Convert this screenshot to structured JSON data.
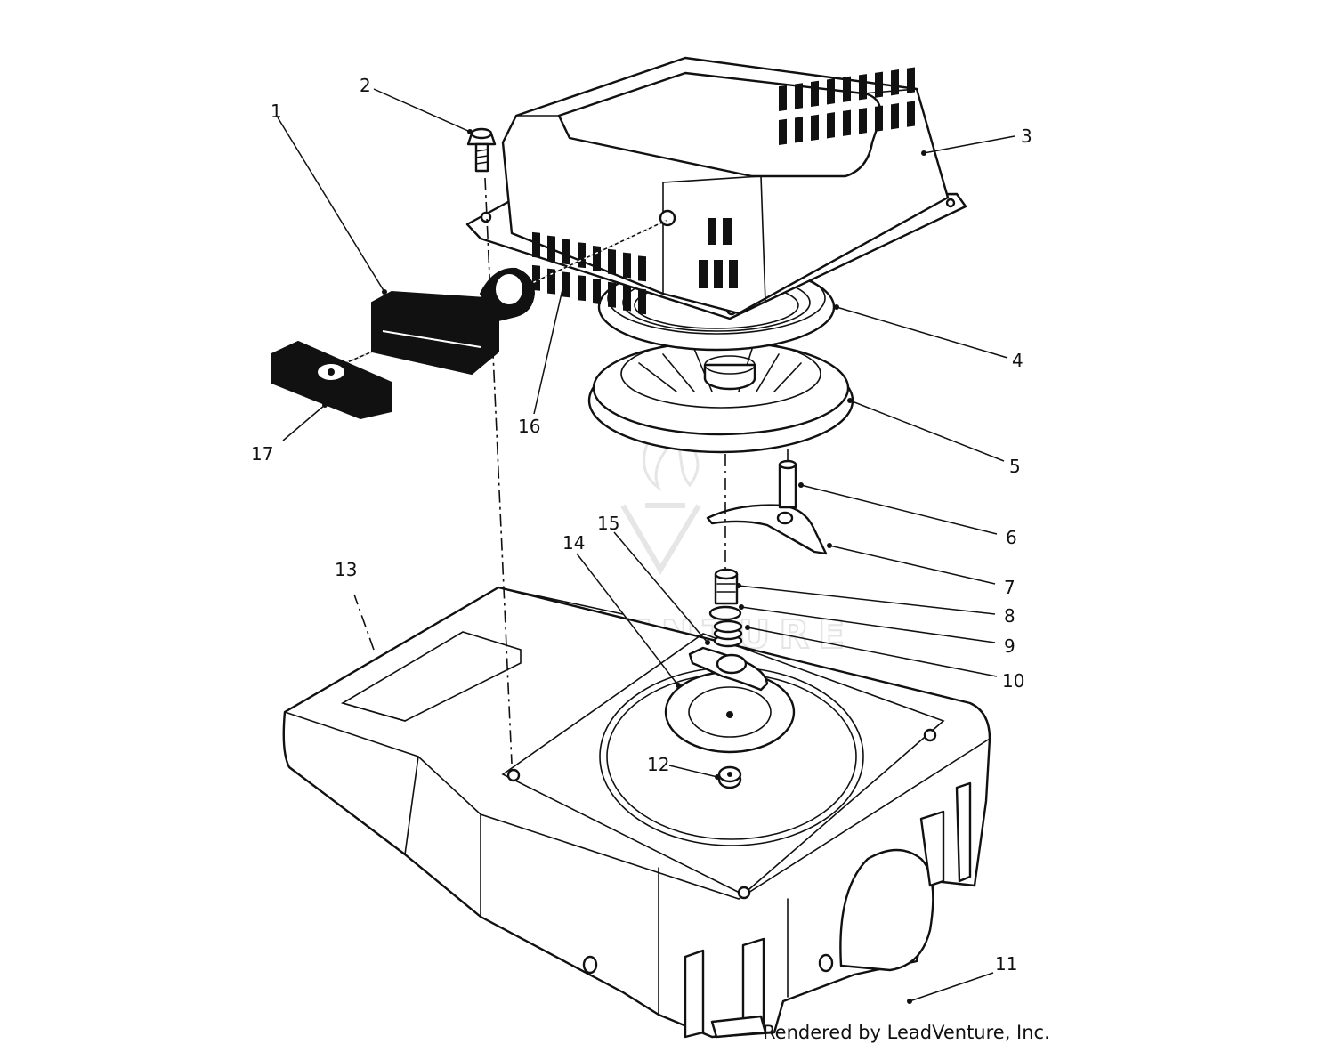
{
  "watermark": "LEADVENTURE",
  "credit": "Rendered by LeadVenture, Inc.",
  "callouts": [
    "1",
    "2",
    "3",
    "4",
    "5",
    "6",
    "7",
    "8",
    "9",
    "10",
    "11",
    "12",
    "13",
    "14",
    "15",
    "16",
    "17"
  ]
}
